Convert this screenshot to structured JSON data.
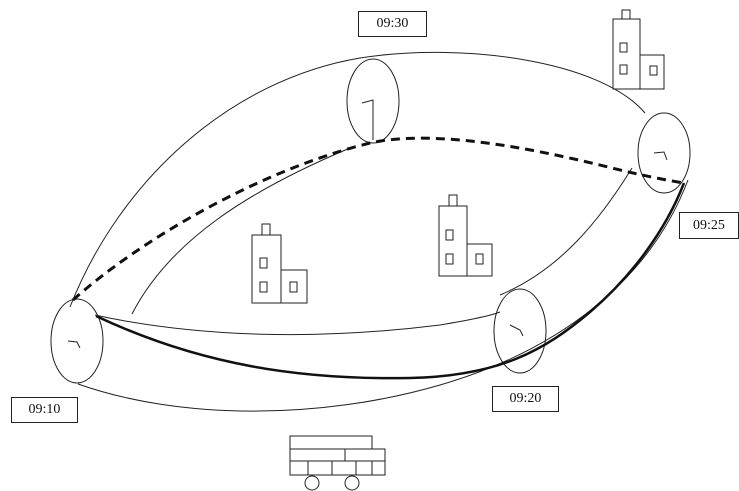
{
  "diagram": {
    "labels": {
      "t0930": "09:30",
      "t0925": "09:25",
      "t0920": "09:20",
      "t0910": "09:10"
    },
    "colors": {
      "stroke": "#222222",
      "background": "#ffffff"
    },
    "icons": [
      "building-icon",
      "building-icon",
      "building-icon",
      "vehicle-icon"
    ]
  }
}
